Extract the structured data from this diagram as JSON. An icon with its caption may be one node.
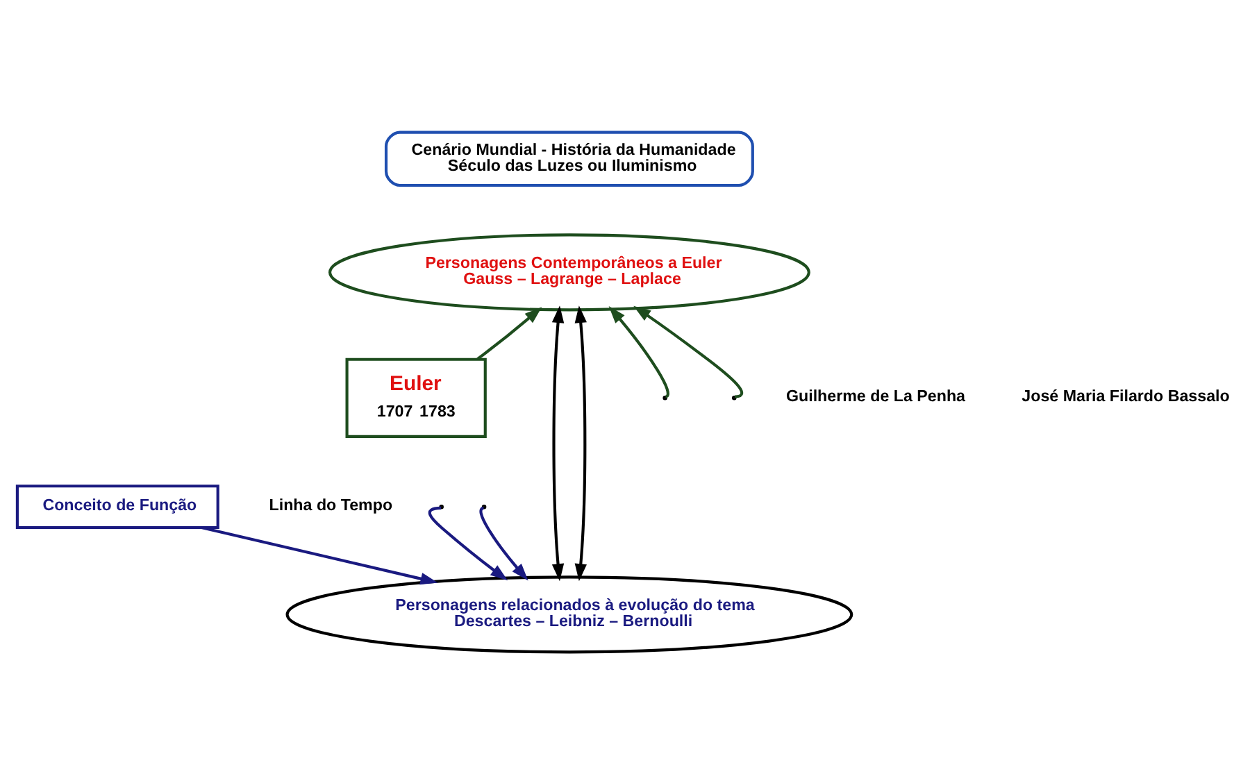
{
  "diagram": {
    "nodes": [
      {
        "text": [
          "Cenário Mundial - História da Humanidade",
          "Século das Luzes ou Iluminismo"
        ]
      },
      {
        "text": [
          "Personagens Contemporâneos a Euler",
          "Gauss – Lagrange – Laplace"
        ]
      },
      {
        "text": [
          "Euler",
          "1707",
          "1783"
        ]
      },
      {
        "text": [
          "Conceito de Função"
        ]
      },
      {
        "text": [
          "Personagens relacionados à evolução do tema",
          "Descartes – Leibniz – Bernoulli"
        ]
      }
    ],
    "edges": [
      {
        "from": null,
        "to": 1,
        "arrow": "to",
        "color": "#1e4d1e"
      },
      {
        "from": 1,
        "to": 4,
        "arrow": "both",
        "color": "#000000"
      },
      {
        "from": 2,
        "to": 1,
        "arrow": "to",
        "color": "#1e4d1e"
      },
      {
        "from": 1,
        "to": 4,
        "arrow": "both",
        "color": "#000000"
      },
      {
        "from": null,
        "to": 1,
        "arrow": "to",
        "color": "#1e4d1e"
      },
      {
        "from": null,
        "to": 4,
        "arrow": "to",
        "color": "#1a1a80"
      },
      {
        "from": 3,
        "to": 4,
        "arrow": "to",
        "color": "#1a1a80"
      },
      {
        "from": null,
        "to": 4,
        "arrow": "to",
        "color": "#1a1a80"
      }
    ],
    "labels": [
      "Linha do Tempo",
      "Guilherme de La Penha",
      "José Maria Filardo Bassalo"
    ]
  }
}
